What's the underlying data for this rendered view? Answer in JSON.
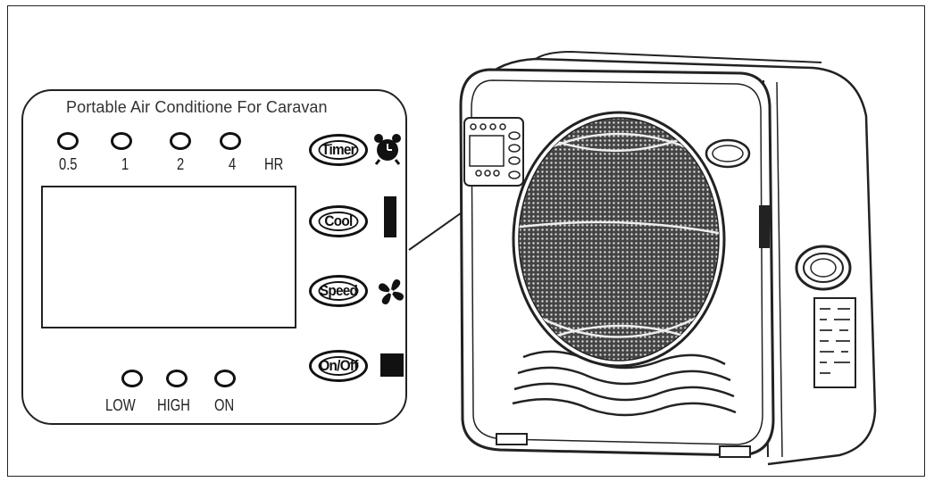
{
  "panel": {
    "title": "Portable Air Conditione For Caravan",
    "timer_labels": [
      "0.5",
      "1",
      "2",
      "4"
    ],
    "timer_unit": "HR",
    "buttons": [
      "Timer",
      "Cool",
      "Speed",
      "On/Off"
    ],
    "bottom_labels": [
      "LOW",
      "HIGH",
      "ON"
    ]
  }
}
